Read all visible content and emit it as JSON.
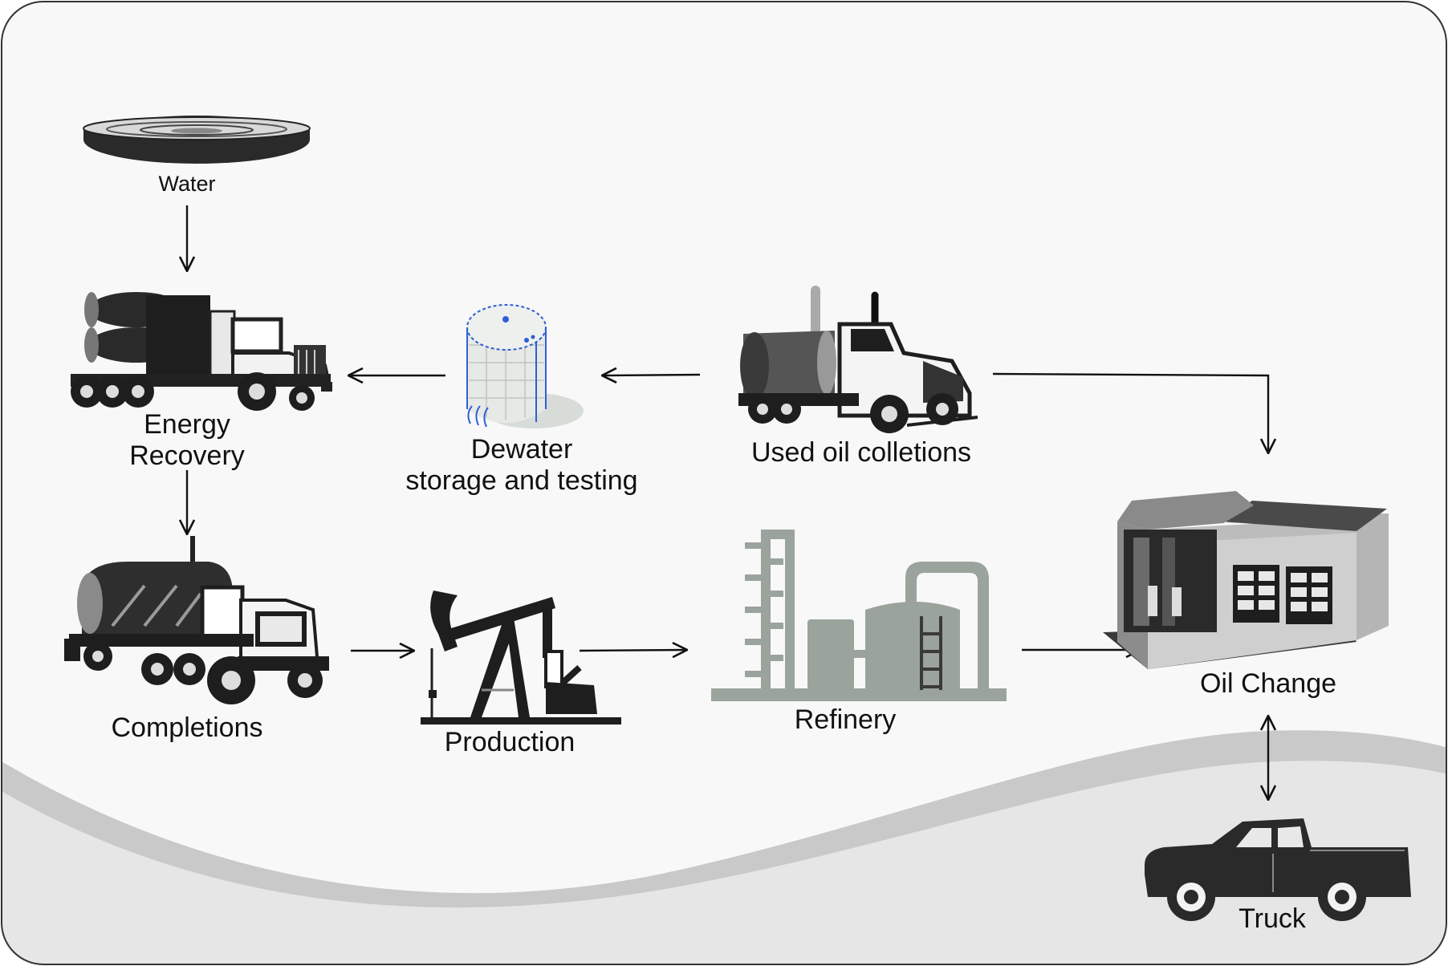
{
  "diagram": {
    "nodes": [
      {
        "id": "water",
        "label": "Water",
        "icon": "water-tank-lid-icon"
      },
      {
        "id": "energy_recovery",
        "label_lines": [
          "Energy",
          "Recovery"
        ],
        "icon": "vacuum-truck-icon"
      },
      {
        "id": "dewater",
        "label_lines": [
          "Dewater",
          "storage and testing"
        ],
        "icon": "storage-tank-icon"
      },
      {
        "id": "used_oil",
        "label": "Used oil colletions",
        "icon": "tanker-truck-icon"
      },
      {
        "id": "completions",
        "label": "Completions",
        "icon": "bulk-tanker-truck-icon"
      },
      {
        "id": "production",
        "label": "Production",
        "icon": "pump-jack-icon"
      },
      {
        "id": "refinery",
        "label": "Refinery",
        "icon": "refinery-icon"
      },
      {
        "id": "oil_change",
        "label": "Oil Change",
        "icon": "oil-change-station-icon"
      },
      {
        "id": "truck",
        "label": "Truck",
        "icon": "pickup-truck-icon"
      }
    ],
    "edges": [
      {
        "from": "water",
        "to": "energy_recovery"
      },
      {
        "from": "dewater",
        "to": "energy_recovery"
      },
      {
        "from": "used_oil",
        "to": "dewater"
      },
      {
        "from": "used_oil",
        "to": "oil_change"
      },
      {
        "from": "energy_recovery",
        "to": "completions"
      },
      {
        "from": "completions",
        "to": "production"
      },
      {
        "from": "production",
        "to": "refinery"
      },
      {
        "from": "refinery",
        "to": "oil_change"
      },
      {
        "from": "oil_change",
        "to": "truck",
        "bidirectional": true
      }
    ]
  },
  "colors": {
    "frame_border": "#333333",
    "background": "#f8f8f8",
    "wave_light": "#e6e6e6",
    "wave_band": "#c9c9c9",
    "refinery": "#9aa39c",
    "tank_accent": "#2f5fd6",
    "icon_dark": "#1e1e1e"
  }
}
